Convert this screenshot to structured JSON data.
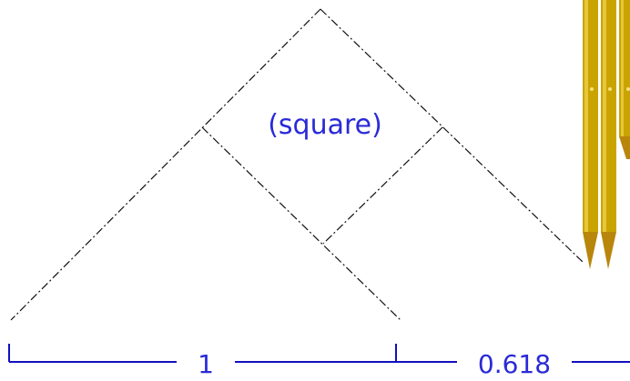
{
  "diagram": {
    "square_label": "(square)",
    "dimension_left_label": "1",
    "dimension_right_label": "0.618",
    "colors": {
      "line": "#111111",
      "dimension": "#1010c0",
      "label": "#2a2ad8",
      "pencil_gold": "#c9a400",
      "pencil_gold_dark": "#8a6e00",
      "pencil_tip": "#b8860b"
    },
    "pencil_icon": "pencil-icon"
  }
}
